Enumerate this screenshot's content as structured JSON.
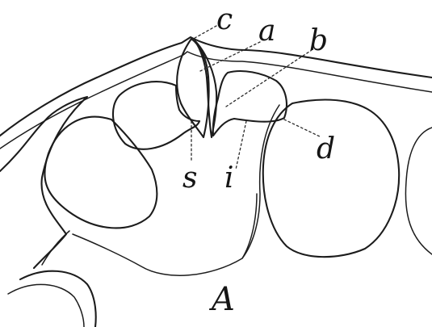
{
  "figure": {
    "labels": {
      "c": "c",
      "a": "a",
      "b": "b",
      "d": "d",
      "s": "s",
      "i": "i",
      "A": "A"
    }
  }
}
